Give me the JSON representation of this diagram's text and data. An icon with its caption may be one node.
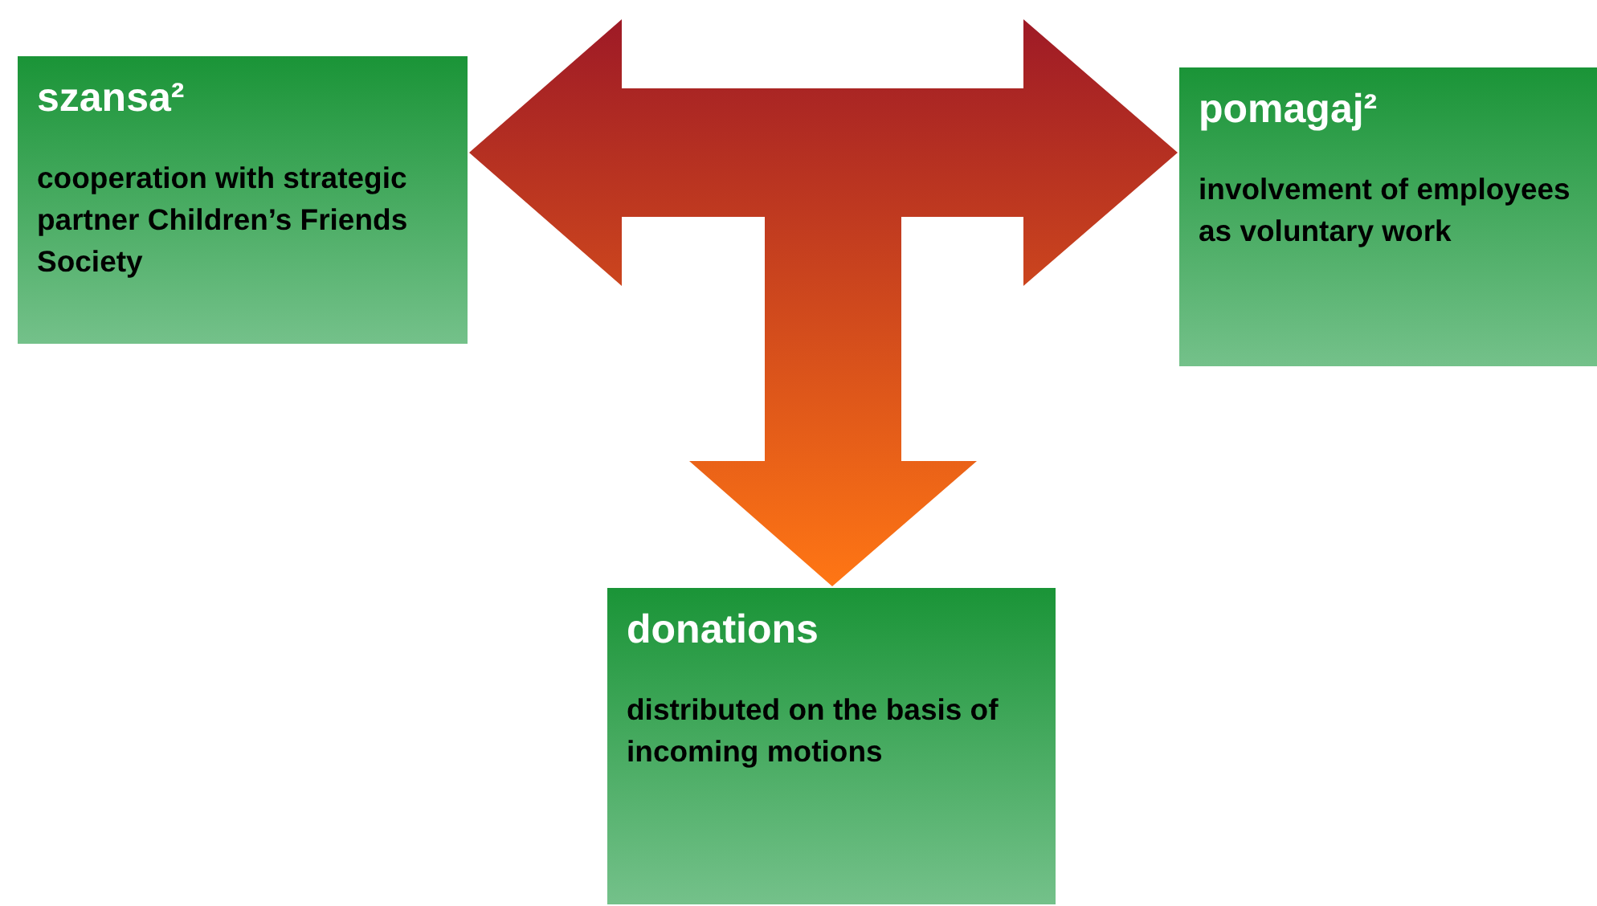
{
  "diagram": {
    "nodes": [
      {
        "text": [
          "szansa²",
          "cooperation with strategic partner Children’s Friends Society"
        ]
      },
      {
        "text": [
          "pomagaj²",
          "involvement of employees as voluntary work"
        ]
      },
      {
        "text": [
          "donations",
          "distributed on the basis of incoming motions"
        ]
      }
    ],
    "edges": [
      {
        "from": 0,
        "to": 1,
        "arrow": "both"
      },
      {
        "from": null,
        "to": 2,
        "arrow": "to"
      }
    ]
  }
}
